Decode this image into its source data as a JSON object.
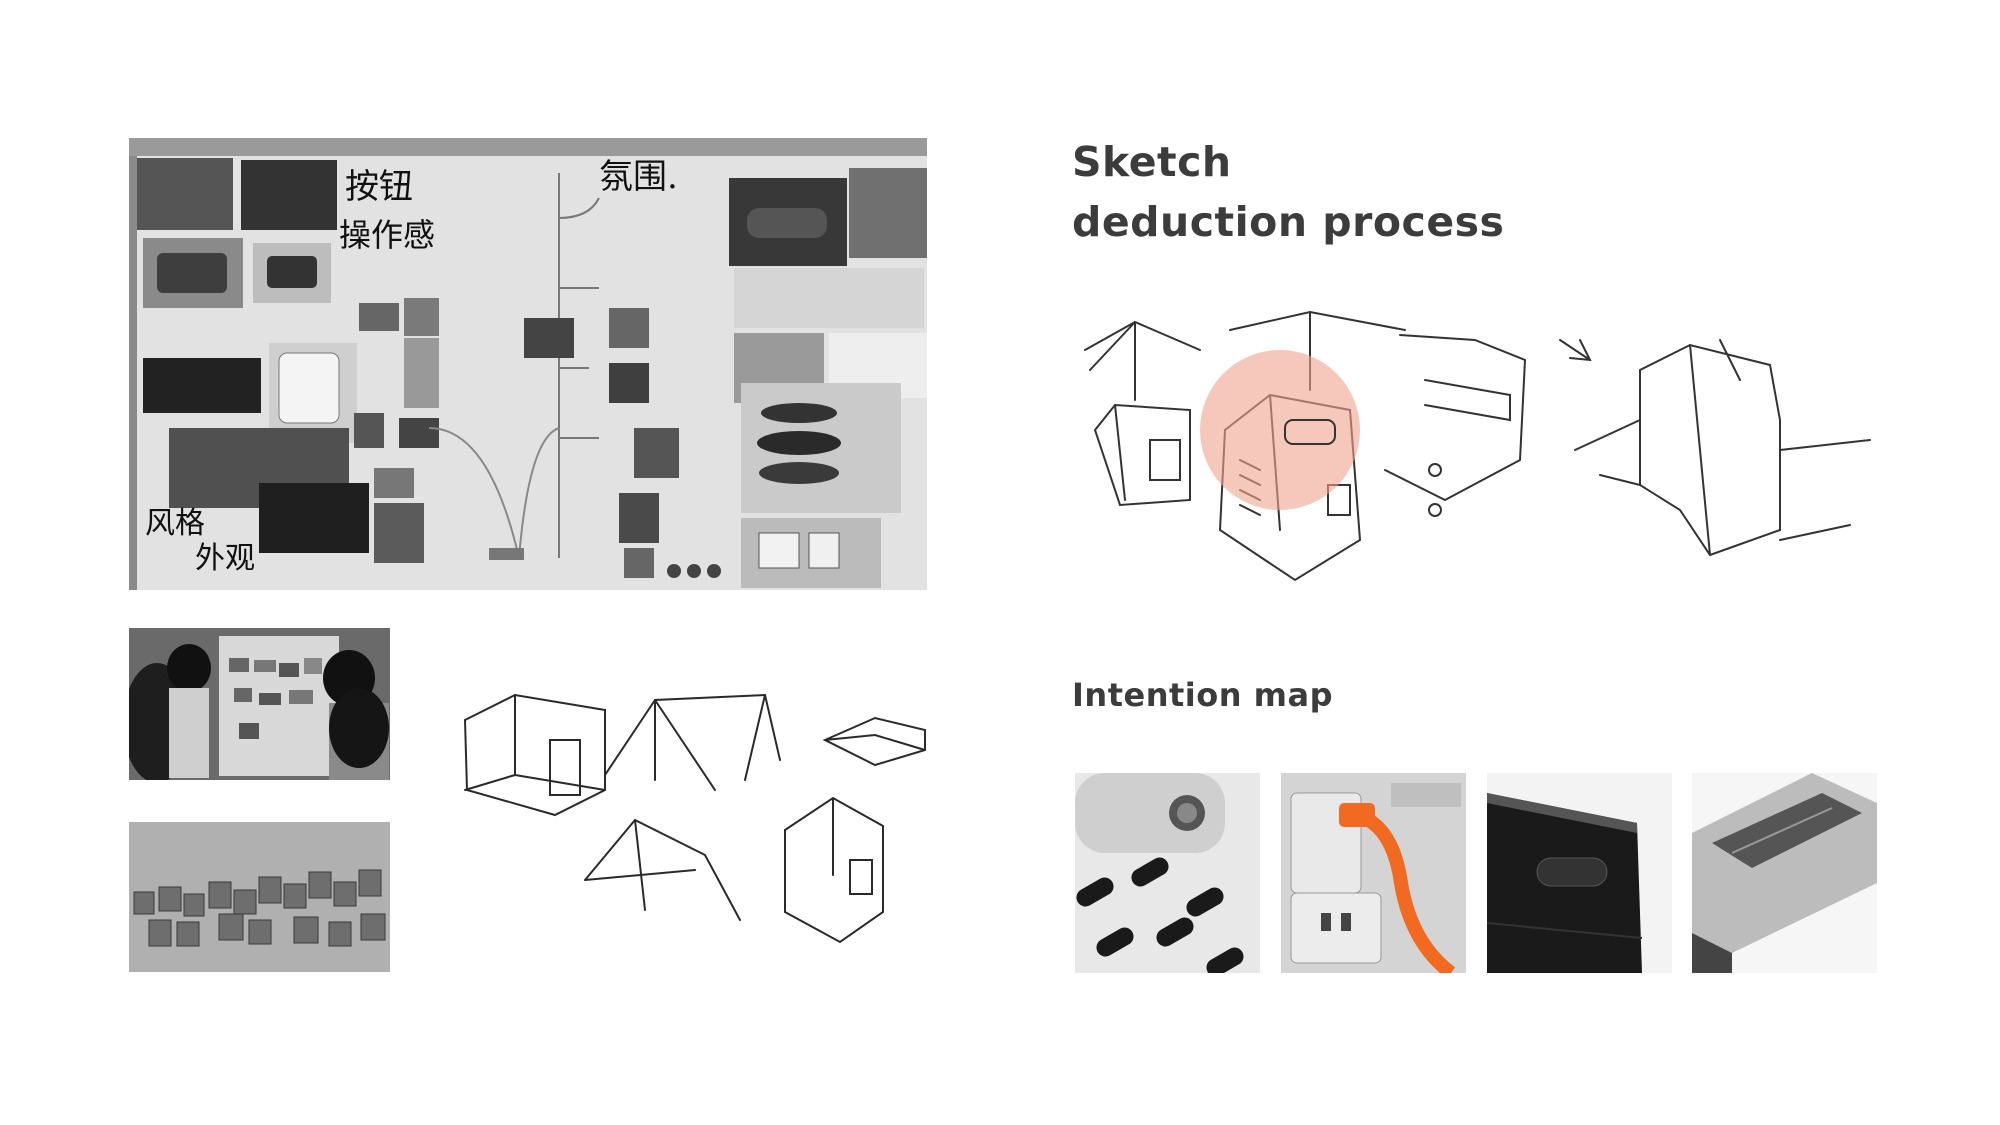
{
  "headings": {
    "sketch_line1": "Sketch",
    "sketch_line2": "deduction process",
    "intention": "Intention map"
  },
  "moodboard": {
    "label_button": "按钮",
    "label_operation": "操作感",
    "label_style": "风格",
    "label_appearance": "外观",
    "label_top": "氛围."
  },
  "colors": {
    "highlight": "#f0a48f",
    "accent_orange": "#f26a21"
  },
  "icons": [
    "moodboard-photo",
    "team-photo",
    "render-photo",
    "sketch-tents",
    "sketch-product",
    "intention-photo"
  ]
}
